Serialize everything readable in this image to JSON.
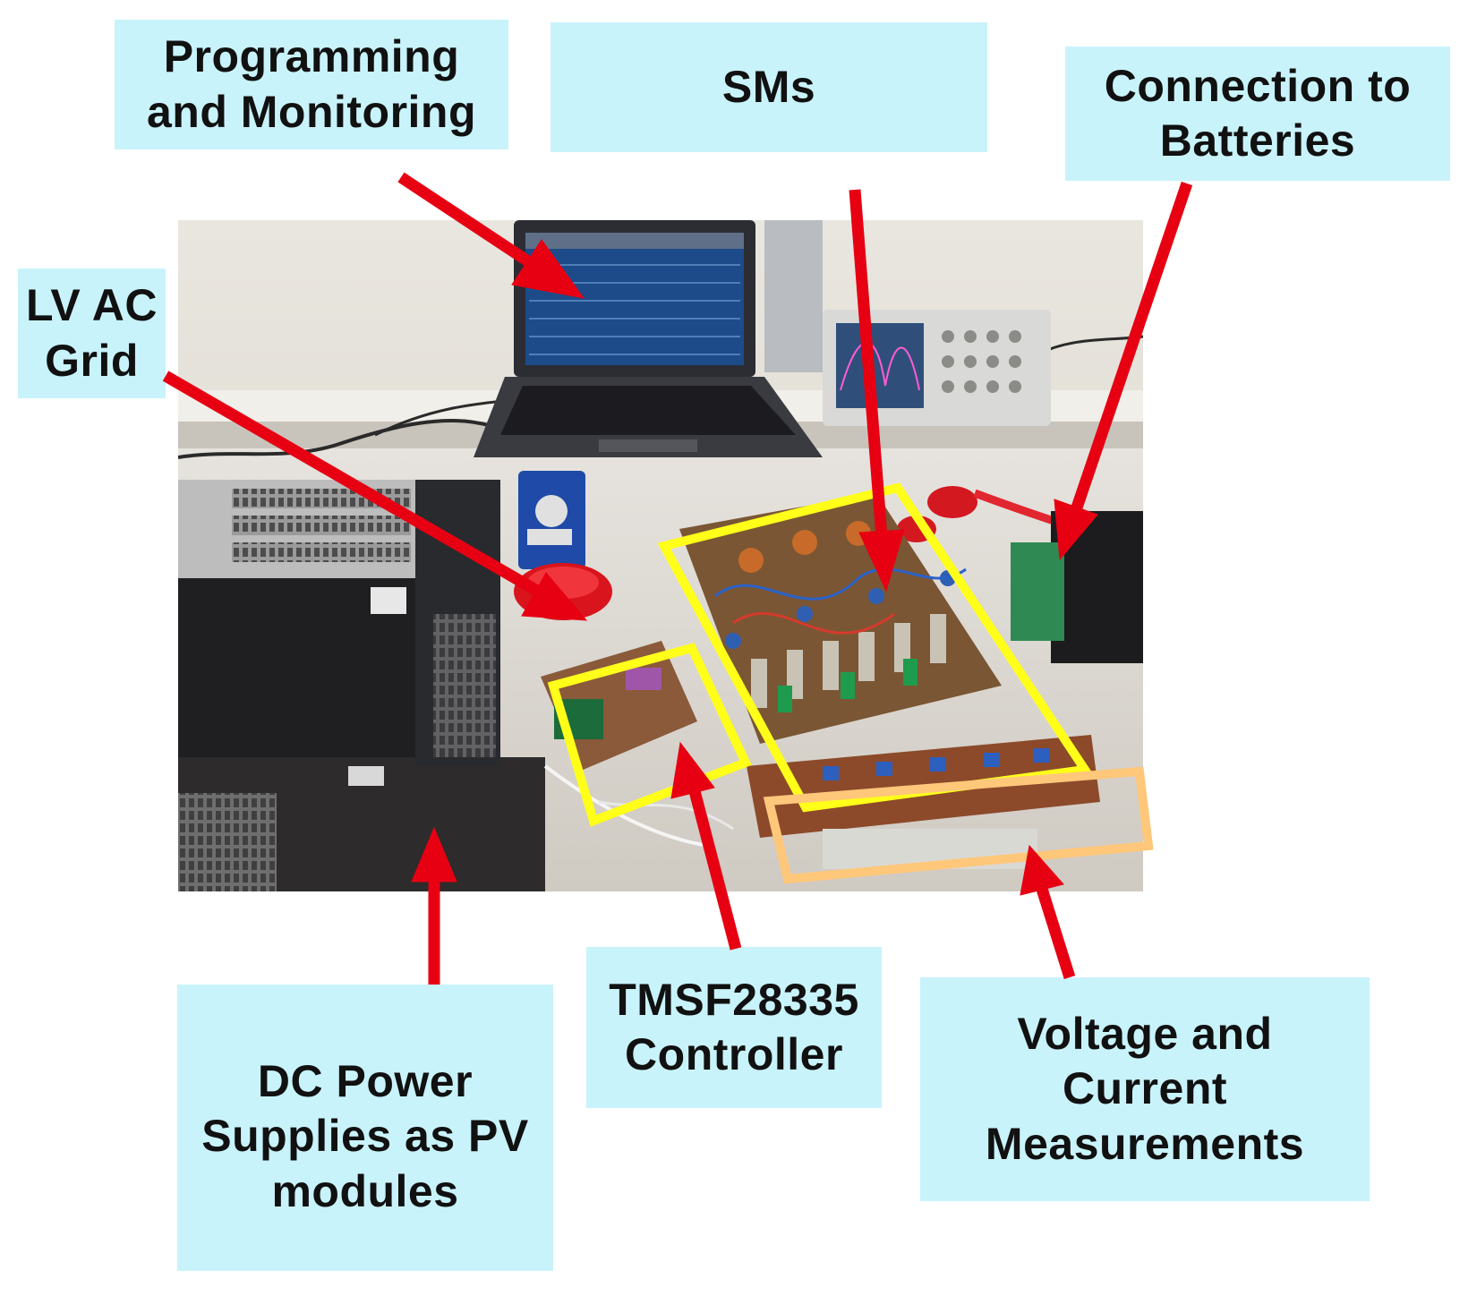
{
  "figure": {
    "labels": {
      "programming": "Programming\nand Monitoring",
      "sms": "SMs",
      "batteries": "Connection to\nBatteries",
      "grid": "LV AC\nGrid",
      "dc_power": "DC Power\nSupplies as PV\nmodules",
      "controller": "TMSF28335\nController",
      "measurements": "Voltage and\nCurrent\nMeasurements"
    },
    "colors": {
      "label_background": "#c9f3fb",
      "arrow": "#e60012",
      "highlight_yellow": "#ffff1a",
      "highlight_orange": "#ffc77a"
    },
    "photo": {
      "subject": "laboratory test bench with laptop, oscilloscope, power supplies and converter boards"
    }
  }
}
